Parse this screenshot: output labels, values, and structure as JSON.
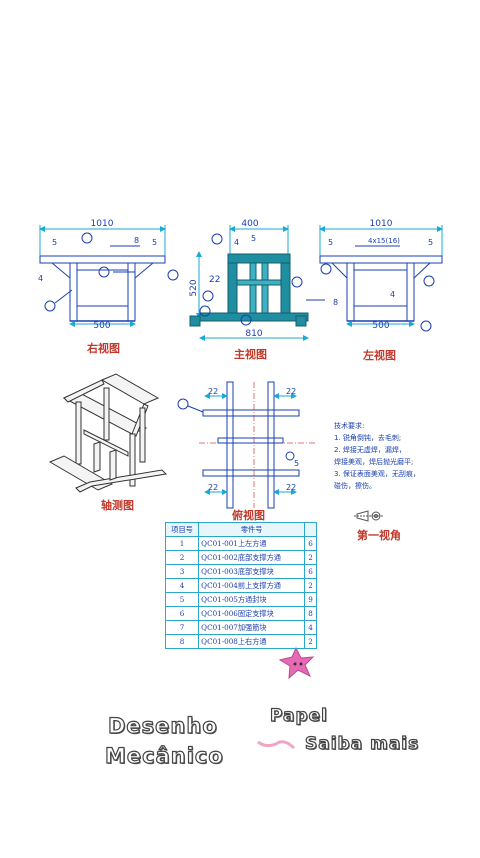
{
  "views": {
    "right": "右视图",
    "front": "主视图",
    "left": "左视图",
    "axonometric": "轴测图",
    "top": "俯视图",
    "first_angle": "第一视角"
  },
  "dims": {
    "right_width": "1010",
    "right_bottom": "500",
    "front_width": "400",
    "front_height": "520",
    "front_bottom": "810",
    "left_width": "1010",
    "left_bottom": "500",
    "weld_note": "4x15(16)",
    "d22": "22",
    "d5": "5",
    "d4": "4",
    "d8": "8"
  },
  "technical": {
    "title": "技术要求:",
    "lines": [
      "1. 锐角倒钝，去毛刺;",
      "2. 焊接无虚焊，漏焊，",
      "焊接美观，焊后抛光磨平;",
      "3. 保证表面美观，无刮痕，",
      "碰伤，擦伤。"
    ]
  },
  "bom": {
    "headers": [
      "项目号",
      "零件号",
      ""
    ],
    "rows": [
      {
        "no": "1",
        "part": "QC01-001上左方通",
        "qty": "6"
      },
      {
        "no": "2",
        "part": "QC01-002底部支撑方通",
        "qty": "2"
      },
      {
        "no": "3",
        "part": "QC01-003底部支撑块",
        "qty": "6"
      },
      {
        "no": "4",
        "part": "QC01-004前上支撑方通",
        "qty": "2"
      },
      {
        "no": "5",
        "part": "QC01-005方通封块",
        "qty": "9"
      },
      {
        "no": "6",
        "part": "QC01-006固定支撑块",
        "qty": "8"
      },
      {
        "no": "7",
        "part": "QC01-007加强筋块",
        "qty": "4"
      },
      {
        "no": "8",
        "part": "QC01-008上右方通",
        "qty": "2"
      }
    ]
  },
  "captions": {
    "line1": "Desenho",
    "line2": "Mecânico",
    "papel": "Papel",
    "saiba": "Saiba mais"
  },
  "colors": {
    "line": "#1a3fb0",
    "dim": "#18a9d6",
    "title": "#c0392b",
    "highlight": "#1f8ea0"
  }
}
